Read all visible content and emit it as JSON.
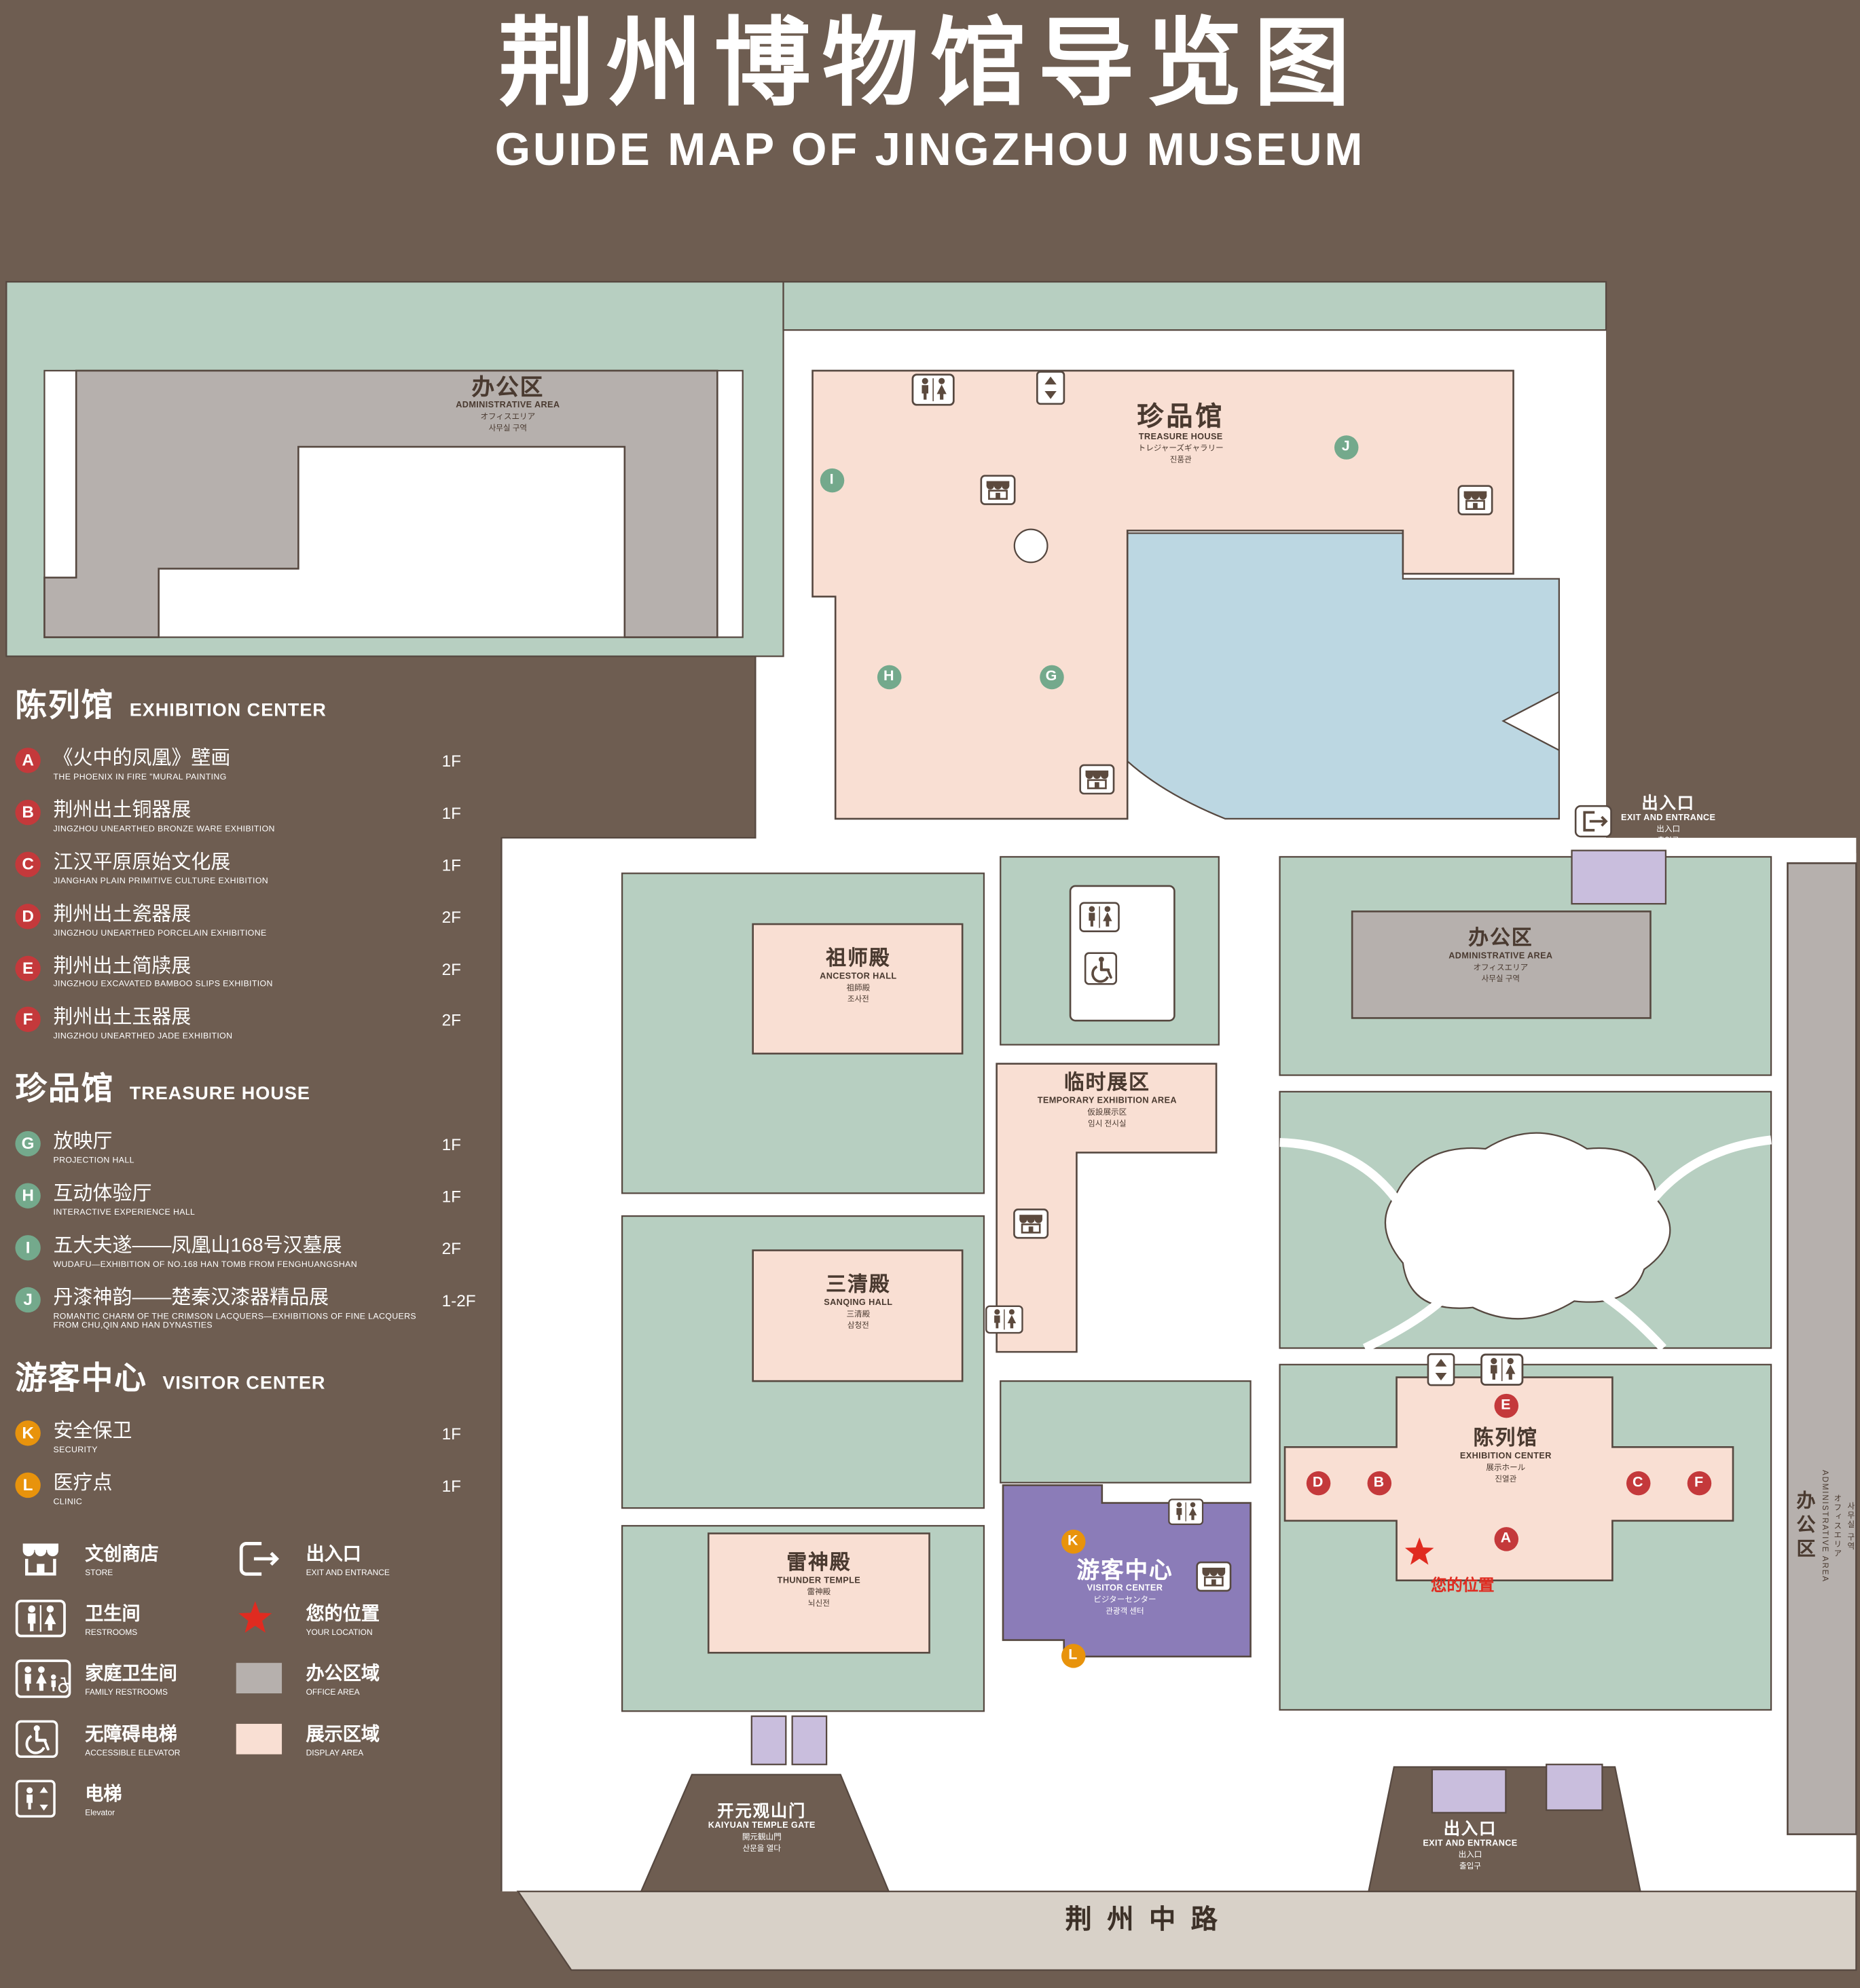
{
  "title": {
    "zh": "荆州博物馆导览图",
    "en": "GUIDE MAP OF JINGZHOU MUSEUM"
  },
  "colors": {
    "background": "#6e5d51",
    "lawn": "#b7cfc1",
    "display_area": "#f9dfd3",
    "office_area": "#b6b0ad",
    "visitor_center": "#8b7cb8",
    "entrance": "#c9bedd",
    "pond": "#bcd7e2",
    "road": "#d8d1c8",
    "marker_exhibition": "#c4393b",
    "marker_treasure": "#74a98c",
    "marker_visitor": "#e8930c",
    "location_star": "#e02b20"
  },
  "legend": {
    "sections": [
      {
        "zh": "陈列馆",
        "en": "EXHIBITION CENTER",
        "items": [
          {
            "letter": "A",
            "zh": "《火中的凤凰》壁画",
            "en": "THE PHOENIX IN FIRE \"MURAL PAINTING",
            "floor": "1F"
          },
          {
            "letter": "B",
            "zh": "荆州出土铜器展",
            "en": "JINGZHOU UNEARTHED BRONZE WARE EXHIBITION",
            "floor": "1F"
          },
          {
            "letter": "C",
            "zh": "江汉平原原始文化展",
            "en": "JIANGHAN PLAIN PRIMITIVE CULTURE EXHIBITION",
            "floor": "1F"
          },
          {
            "letter": "D",
            "zh": "荆州出土瓷器展",
            "en": "JINGZHOU UNEARTHED PORCELAIN EXHIBITIONE",
            "floor": "2F"
          },
          {
            "letter": "E",
            "zh": "荆州出土简牍展",
            "en": "JINGZHOU EXCAVATED BAMBOO SLIPS EXHIBITION",
            "floor": "2F"
          },
          {
            "letter": "F",
            "zh": "荆州出土玉器展",
            "en": "JINGZHOU UNEARTHED JADE EXHIBITION",
            "floor": "2F"
          }
        ]
      },
      {
        "zh": "珍品馆",
        "en": "TREASURE HOUSE",
        "items": [
          {
            "letter": "G",
            "zh": "放映厅",
            "en": "PROJECTION HALL",
            "floor": "1F"
          },
          {
            "letter": "H",
            "zh": "互动体验厅",
            "en": "INTERACTIVE EXPERIENCE HALL",
            "floor": "1F"
          },
          {
            "letter": "I",
            "zh": "五大夫遂——凤凰山168号汉墓展",
            "en": "WUDAFU—EXHIBITION OF NO.168 HAN TOMB FROM FENGHUANGSHAN",
            "floor": "2F"
          },
          {
            "letter": "J",
            "zh": "丹漆神韵——楚秦汉漆器精品展",
            "en": "ROMANTIC CHARM OF THE CRIMSON LACQUERS—EXHIBITIONS OF FINE LACQUERS FROM CHU,QIN AND HAN DYNASTIES",
            "floor": "1-2F"
          }
        ]
      },
      {
        "zh": "游客中心",
        "en": "VISITOR CENTER",
        "items": [
          {
            "letter": "K",
            "zh": "安全保卫",
            "en": "SECURITY",
            "floor": "1F"
          },
          {
            "letter": "L",
            "zh": "医疗点",
            "en": "CLINIC",
            "floor": "1F"
          }
        ]
      }
    ],
    "symbols": [
      {
        "icon": "store-icon",
        "zh": "文创商店",
        "en": "STORE"
      },
      {
        "icon": "exit-icon",
        "zh": "出入口",
        "en": "EXIT AND ENTRANCE"
      },
      {
        "icon": "restroom-icon",
        "zh": "卫生间",
        "en": "RESTROOMS"
      },
      {
        "icon": "your-location-icon",
        "zh": "您的位置",
        "en": "YOUR LOCATION"
      },
      {
        "icon": "family-restroom-icon",
        "zh": "家庭卫生间",
        "en": "FAMILY RESTROOMS"
      },
      {
        "icon": "office-area-swatch",
        "zh": "办公区域",
        "en": "OFFICE AREA"
      },
      {
        "icon": "accessible-elevator-icon",
        "zh": "无障碍电梯",
        "en": "ACCESSIBLE ELEVATOR"
      },
      {
        "icon": "display-area-swatch",
        "zh": "展示区域",
        "en": "DISPLAY AREA"
      },
      {
        "icon": "elevator-icon",
        "zh": "电梯",
        "en": "Elevator"
      }
    ]
  },
  "map": {
    "buildings": {
      "admin": {
        "zh": "办公区",
        "en": "ADMINISTRATIVE AREA",
        "jp": "オフィスエリア",
        "kr": "사무실 구역"
      },
      "treasure": {
        "zh": "珍品馆",
        "en": "TREASURE HOUSE",
        "jp": "トレジャーズギャラリー",
        "kr": "진품관"
      },
      "ancestor": {
        "zh": "祖师殿",
        "en": "ANCESTOR HALL",
        "jp": "祖師殿",
        "kr": "조사전"
      },
      "temporary": {
        "zh": "临时展区",
        "en": "TEMPORARY EXHIBITION AREA",
        "jp": "仮設展示区",
        "kr": "임시 전시실"
      },
      "sanqing": {
        "zh": "三清殿",
        "en": "SANQING HALL",
        "jp": "三清殿",
        "kr": "삼청전"
      },
      "thunder": {
        "zh": "雷神殿",
        "en": "THUNDER TEMPLE",
        "jp": "雷神殿",
        "kr": "뇌신전"
      },
      "visitor": {
        "zh": "游客中心",
        "en": "VISITOR CENTER",
        "jp": "ビジターセンター",
        "kr": "관광객 센터"
      },
      "exhibition": {
        "zh": "陈列馆",
        "en": "EXHIBITION CENTER",
        "jp": "展示ホール",
        "kr": "진열관"
      }
    },
    "labels": {
      "exit": {
        "zh": "出入口",
        "en": "EXIT AND ENTRANCE",
        "jp": "出入口",
        "kr": "출입구"
      },
      "gate": {
        "zh": "开元观山门",
        "en": "KAIYUAN TEMPLE GATE",
        "jp": "開元観山門",
        "kr": "산문을 열다"
      },
      "road": "荆州中路",
      "your_location": "您的位置"
    },
    "markers": {
      "a": "A",
      "b": "B",
      "c": "C",
      "d": "D",
      "e": "E",
      "f": "F",
      "g": "G",
      "h": "H",
      "i": "I",
      "j": "J",
      "k": "K",
      "l": "L"
    }
  }
}
